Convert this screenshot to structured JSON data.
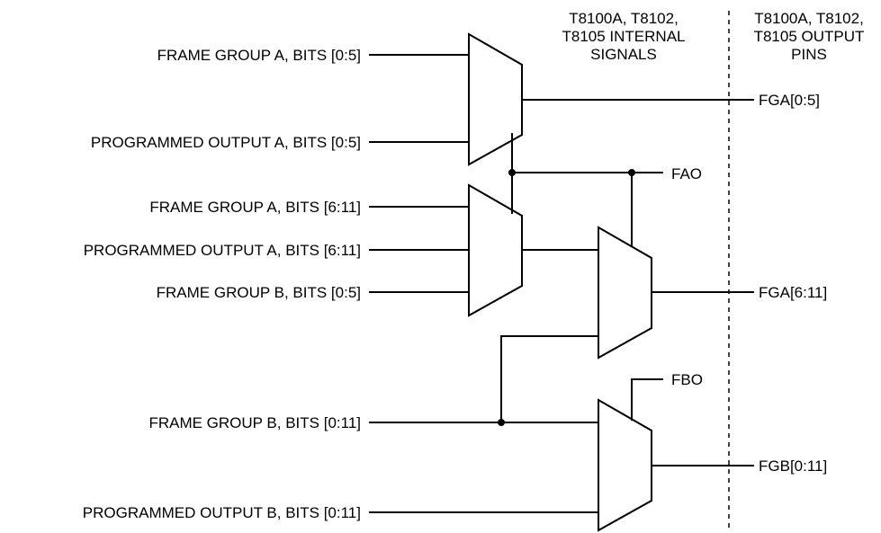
{
  "headers": {
    "internal": [
      "T8100A, T8102,",
      "T8105 INTERNAL",
      "SIGNALS"
    ],
    "output": [
      "T8100A, T8102,",
      "T8105 OUTPUT",
      "PINS"
    ]
  },
  "inputs": {
    "fga_0_5": "FRAME GROUP A, BITS [0:5]",
    "poa_0_5": "PROGRAMMED OUTPUT A, BITS [0:5]",
    "fga_6_11": "FRAME GROUP A, BITS [6:11]",
    "poa_6_11": "PROGRAMMED OUTPUT A, BITS [6:11]",
    "fgb_0_5": "FRAME GROUP B, BITS [0:5]",
    "fgb_0_11": "FRAME GROUP B, BITS [0:11]",
    "pob_0_11": "PROGRAMMED OUTPUT B, BITS [0:11]"
  },
  "controls": {
    "fao": "FAO",
    "fbo": "FBO"
  },
  "outputs": {
    "fga_0_5": "FGA[0:5]",
    "fga_6_11": "FGA[6:11]",
    "fgb_0_11": "FGB[0:11]"
  }
}
